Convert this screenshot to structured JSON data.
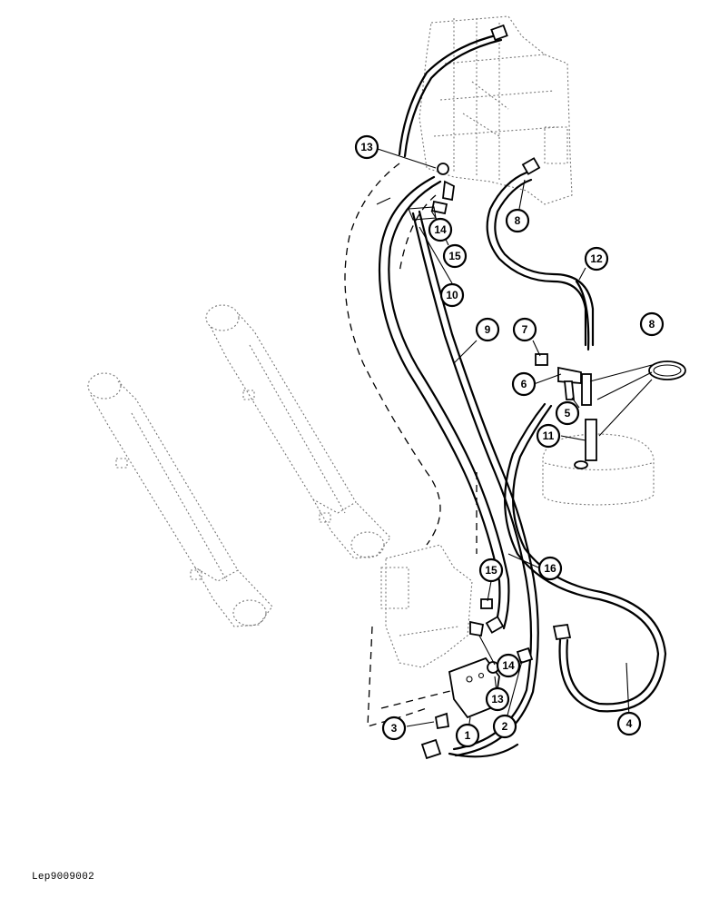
{
  "reference_code": "Lep9009002",
  "callouts": [
    {
      "label": "1"
    },
    {
      "label": "2"
    },
    {
      "label": "3"
    },
    {
      "label": "4"
    },
    {
      "label": "5"
    },
    {
      "label": "6"
    },
    {
      "label": "7"
    },
    {
      "label": "8"
    },
    {
      "label": "8"
    },
    {
      "label": "9"
    },
    {
      "label": "10"
    },
    {
      "label": "11"
    },
    {
      "label": "12"
    },
    {
      "label": "13"
    },
    {
      "label": "13"
    },
    {
      "label": "14"
    },
    {
      "label": "14"
    },
    {
      "label": "15"
    },
    {
      "label": "15"
    },
    {
      "label": "16"
    }
  ]
}
